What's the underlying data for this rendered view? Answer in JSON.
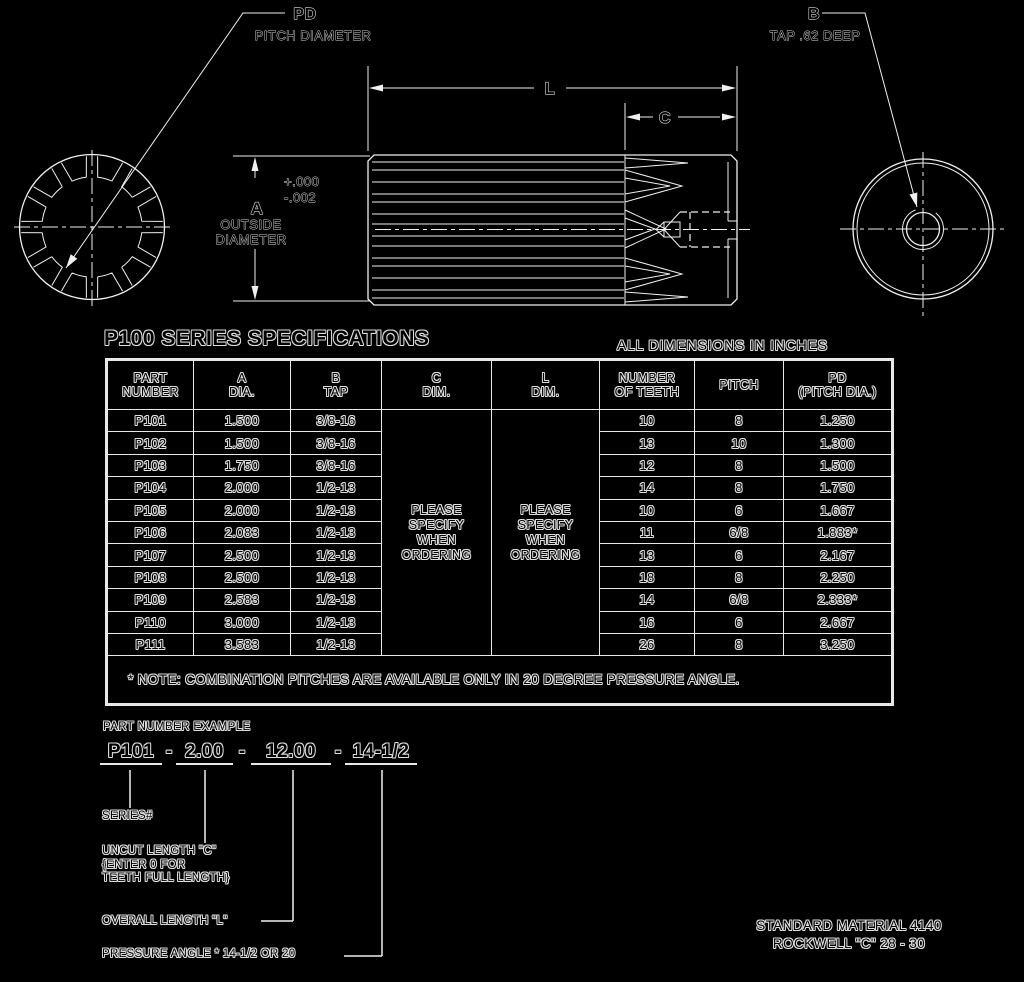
{
  "colors": {
    "background": "#000000",
    "ink": "#f0f0f0"
  },
  "drawing": {
    "pd": {
      "label": "PD",
      "sublabel": "PITCH DIAMETER"
    },
    "b": {
      "label": "B",
      "sublabel": "TAP .62 DEEP"
    },
    "dims": {
      "l": "L",
      "c": "C",
      "a": "A",
      "tol_plus": "+.000",
      "tol_minus": "-.002",
      "outside_line1": "OUTSIDE",
      "outside_line2": "DIAMETER"
    }
  },
  "spec_table": {
    "title": "P100 SERIES SPECIFICATIONS",
    "units": "ALL DIMENSIONS IN INCHES",
    "headers": {
      "part": {
        "l1": "PART",
        "l2": "NUMBER"
      },
      "a": {
        "l1": "A",
        "l2": "DIA."
      },
      "b": {
        "l1": "B",
        "l2": "TAP"
      },
      "c": {
        "l1": "C",
        "l2": "DIM."
      },
      "l": {
        "l1": "L",
        "l2": "DIM."
      },
      "teeth": {
        "l1": "NUMBER",
        "l2": "OF TEETH"
      },
      "pitch": {
        "l1": "PITCH"
      },
      "pd": {
        "l1": "PD",
        "l2": "(PITCH DIA.)"
      }
    },
    "merged": [
      "PLEASE",
      "SPECIFY",
      "WHEN",
      "ORDERING"
    ],
    "rows": [
      {
        "part": "P101",
        "a": "1.500",
        "b": "3/8-16",
        "teeth": "10",
        "pitch": "8",
        "pd": "1.250"
      },
      {
        "part": "P102",
        "a": "1.500",
        "b": "3/8-16",
        "teeth": "13",
        "pitch": "10",
        "pd": "1.300"
      },
      {
        "part": "P103",
        "a": "1.750",
        "b": "3/8-16",
        "teeth": "12",
        "pitch": "8",
        "pd": "1.500"
      },
      {
        "part": "P104",
        "a": "2.000",
        "b": "1/2-13",
        "teeth": "14",
        "pitch": "8",
        "pd": "1.750"
      },
      {
        "part": "P105",
        "a": "2.000",
        "b": "1/2-13",
        "teeth": "10",
        "pitch": "6",
        "pd": "1.667"
      },
      {
        "part": "P106",
        "a": "2.083",
        "b": "1/2-13",
        "teeth": "11",
        "pitch": "6/8",
        "pd": "1.883*"
      },
      {
        "part": "P107",
        "a": "2.500",
        "b": "1/2-13",
        "teeth": "13",
        "pitch": "6",
        "pd": "2.167"
      },
      {
        "part": "P108",
        "a": "2.500",
        "b": "1/2-13",
        "teeth": "18",
        "pitch": "8",
        "pd": "2.250"
      },
      {
        "part": "P109",
        "a": "2.583",
        "b": "1/2-13",
        "teeth": "14",
        "pitch": "6/8",
        "pd": "2.333*"
      },
      {
        "part": "P110",
        "a": "3.000",
        "b": "1/2-13",
        "teeth": "16",
        "pitch": "6",
        "pd": "2.667"
      },
      {
        "part": "P111",
        "a": "3.583",
        "b": "1/2-13",
        "teeth": "26",
        "pitch": "8",
        "pd": "3.250"
      }
    ],
    "footnote": "* NOTE: COMBINATION PITCHES ARE AVAILABLE ONLY IN 20 DEGREE PRESSURE ANGLE."
  },
  "example": {
    "heading": "PART NUMBER EXAMPLE",
    "segments": [
      "P101",
      "2.00",
      "12.00",
      "14-1/2"
    ],
    "separator": "-",
    "callouts": {
      "series": "SERIES#",
      "uncut_line1": "UNCUT LENGTH \"C\"",
      "uncut_line2": "{ENTER 0 FOR",
      "uncut_line3": "TEETH FULL LENGTH}",
      "overall": "OVERALL LENGTH \"L\"",
      "pressure": "PRESSURE ANGLE * 14-1/2 OR 20"
    }
  },
  "footer": {
    "material": "STANDARD MATERIAL 4140",
    "hardness": "ROCKWELL \"C\" 28 - 30"
  }
}
